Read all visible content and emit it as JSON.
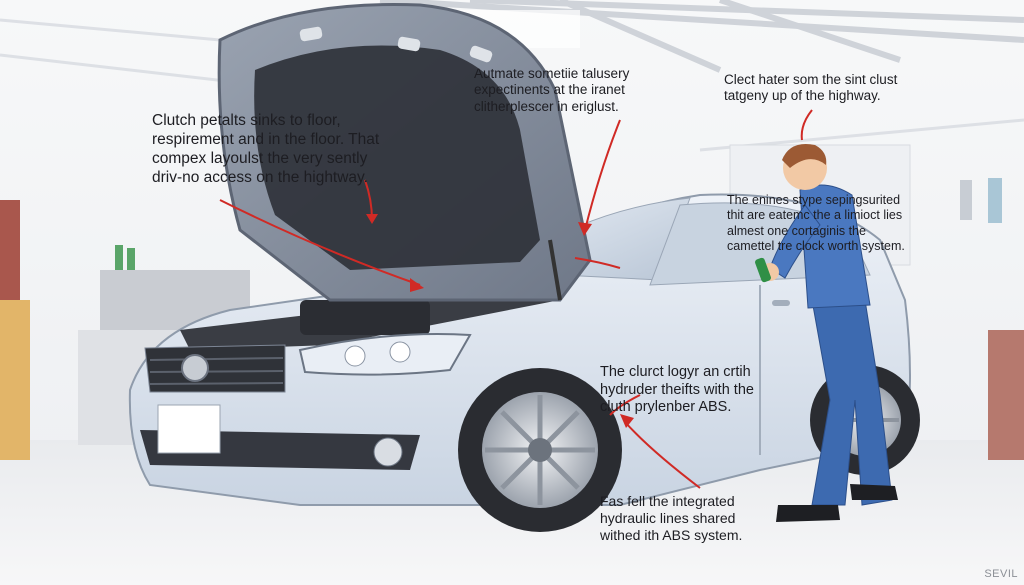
{
  "annotations": {
    "clutch_pedal": "Clutch petalts sinks to floor,\nrespirement and in the floor. That\ncompex layoulst the very sently\ndriv-no access on the hightway.",
    "automate": "Autmate sometiie talusery\nexpectinents at the iranet\nclitherplescer in eriglust.",
    "clect_hater": "Clect hater som the sint clust\ntatgeny up of the highway.",
    "engines_type": "The enines stype sepingsurited\nthit are eatemc the a limioct lies\nalmest one cortaginis the\ncamettel tre clock worth system.",
    "clurct_logyr": "The clurct logyr an crtih\nhydruder theifts with the\ncluth prylenber ABS.",
    "fas_fell": "Fas fell the integrated\nhydraulic lines shared\nwithed ith ABS system."
  },
  "watermark": "SEVIL",
  "colors": {
    "car_body": "#d9e2ee",
    "hood": "#7d8696",
    "mechanic_uniform": "#3d6ab0",
    "arrow": "#d02a25",
    "floor": "#e9ebee"
  }
}
